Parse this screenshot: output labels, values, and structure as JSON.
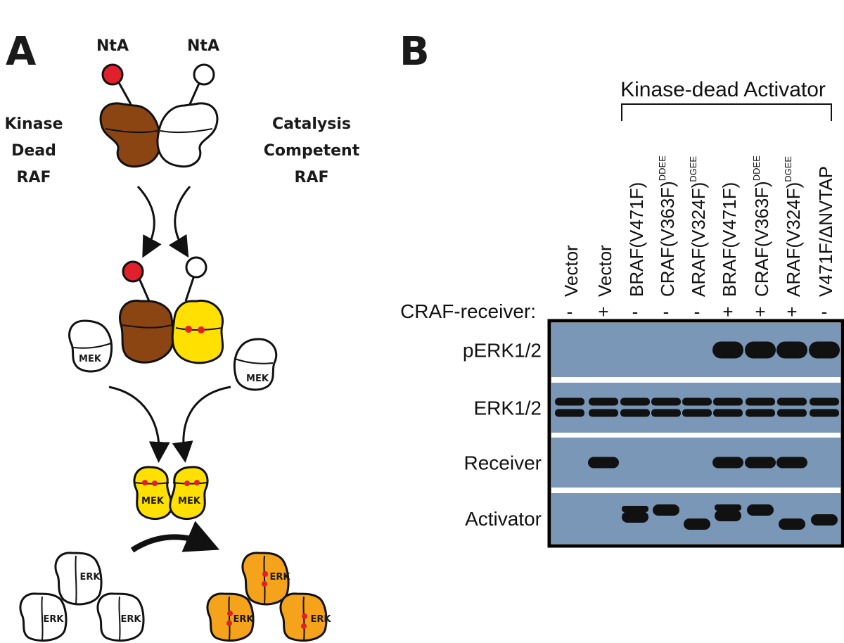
{
  "panel_a": {
    "letter": "A",
    "ntA_left": "NtA",
    "ntA_right": "NtA",
    "left_lines": [
      "Kinase",
      "Dead",
      "RAF"
    ],
    "right_lines": [
      "Catalysis",
      "Competent",
      "RAF"
    ],
    "mek_label": "MEK",
    "erk_label": "ERK",
    "colors": {
      "kinase_dead": "#8b4513",
      "catalysis_competent_active": "#ffe000",
      "phospho_dot": "#e0202a",
      "erk_active": "#f5a31a"
    }
  },
  "panel_b": {
    "letter": "B",
    "group_header": "Kinase-dead Activator",
    "lanes": [
      {
        "name": "Vector",
        "sup": "",
        "receiver": "-"
      },
      {
        "name": "Vector",
        "sup": "",
        "receiver": "+"
      },
      {
        "name": "BRAF(V471F)",
        "sup": "",
        "receiver": "-"
      },
      {
        "name": "CRAF(V363F)",
        "sup": "DDEE",
        "receiver": "-"
      },
      {
        "name": "ARAF(V324F)",
        "sup": "DGEE",
        "receiver": "-"
      },
      {
        "name": "BRAF(V471F)",
        "sup": "",
        "receiver": "+"
      },
      {
        "name": "CRAF(V363F)",
        "sup": "DDEE",
        "receiver": "+"
      },
      {
        "name": "ARAF(V324F)",
        "sup": "DGEE",
        "receiver": "+"
      },
      {
        "name": "V471F/ΔNVTAP",
        "sup": "",
        "receiver": "-"
      }
    ],
    "receiver_row_label": "CRAF-receiver:",
    "blot_rows": [
      {
        "label": "pERK1/2",
        "bands": [
          0,
          0,
          0,
          0,
          0,
          1,
          1,
          1,
          1
        ]
      },
      {
        "label": "ERK1/2",
        "bands": [
          1,
          1,
          1,
          1,
          1,
          1,
          1,
          1,
          1
        ]
      },
      {
        "label": "Receiver",
        "bands": [
          0,
          1,
          0,
          0,
          0,
          1,
          1,
          1,
          0
        ]
      },
      {
        "label": "Activator",
        "bands": [
          0,
          0,
          1,
          1,
          1,
          1,
          1,
          1,
          1
        ]
      }
    ]
  }
}
